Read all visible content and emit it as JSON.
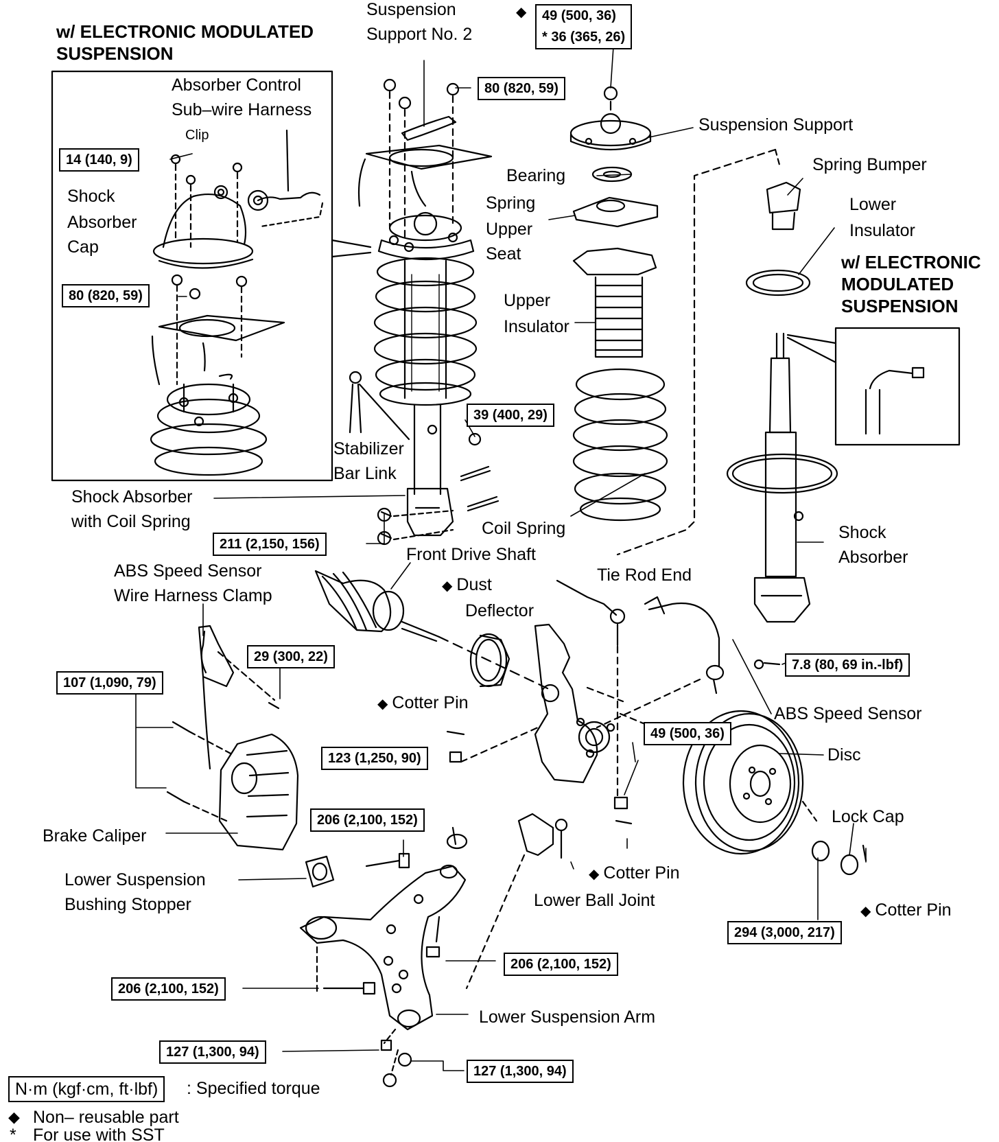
{
  "diagram": {
    "inset_title_top": [
      "w/ ELECTRONIC MODULATED",
      "SUSPENSION"
    ],
    "inset_title_right": [
      "w/ ELECTRONIC",
      "MODULATED",
      "SUSPENSION"
    ],
    "labels": {
      "suspension_support_no2": [
        "Suspension",
        "Support No. 2"
      ],
      "absorber_control_harness": [
        "Absorber Control",
        "Sub–wire Harness"
      ],
      "clip": "Clip",
      "shock_absorber_cap": [
        "Shock",
        "Absorber",
        "Cap"
      ],
      "suspension_support": "Suspension Support",
      "bearing": "Bearing",
      "spring_upper_seat": [
        "Spring",
        "Upper",
        "Seat"
      ],
      "upper_insulator": [
        "Upper",
        "Insulator"
      ],
      "spring_bumper": "Spring Bumper",
      "lower_insulator": [
        "Lower",
        "Insulator"
      ],
      "stabilizer_bar_link": [
        "Stabilizer",
        "Bar Link"
      ],
      "shock_absorber_coil_spring": [
        "Shock Absorber",
        "with Coil Spring"
      ],
      "coil_spring": "Coil Spring",
      "front_drive_shaft": "Front Drive Shaft",
      "shock_absorber": [
        "Shock",
        "Absorber"
      ],
      "abs_clamp": [
        "ABS Speed Sensor",
        "Wire Harness Clamp"
      ],
      "dust_deflector": [
        "Dust",
        "Deflector"
      ],
      "tie_rod_end": "Tie Rod End",
      "cotter_pin_1": "Cotter Pin",
      "abs_speed_sensor": "ABS Speed Sensor",
      "disc": "Disc",
      "lock_cap": "Lock Cap",
      "brake_caliper": "Brake Caliper",
      "cotter_pin_2": "Cotter Pin",
      "lower_ball_joint": "Lower Ball Joint",
      "cotter_pin_3": "Cotter Pin",
      "lower_suspension_bushing_stopper": [
        "Lower Suspension",
        "Bushing Stopper"
      ],
      "lower_suspension_arm": "Lower Suspension Arm"
    },
    "torques": {
      "t_49_top": [
        "49 (500, 36)",
        "* 36 (365, 26)"
      ],
      "t_80_top": "80 (820, 59)",
      "t_14": "14 (140, 9)",
      "t_80_inset": "80 (820, 59)",
      "t_39": "39 (400, 29)",
      "t_211": "211 (2,150, 156)",
      "t_29": "29 (300, 22)",
      "t_107": "107 (1,090, 79)",
      "t_7_8": "7.8 (80, 69 in.-lbf)",
      "t_123": "123 (1,250, 90)",
      "t_49_mid": "49 (500, 36)",
      "t_206_a": "206 (2,100, 152)",
      "t_294": "294 (3,000, 217)",
      "t_206_b": "206 (2,100, 152)",
      "t_206_c": "206 (2,100, 152)",
      "t_127_a": "127 (1,300, 94)",
      "t_127_b": "127 (1,300, 94)"
    },
    "legend": {
      "torque_units": "N·m (kgf·cm, ft·lbf)",
      "torque_meaning": ": Specified torque",
      "non_reusable_symbol": "◆",
      "non_reusable": "Non– reusable part",
      "sst_symbol": "*",
      "sst": "For use with SST"
    },
    "marker_diamond": "◆"
  }
}
